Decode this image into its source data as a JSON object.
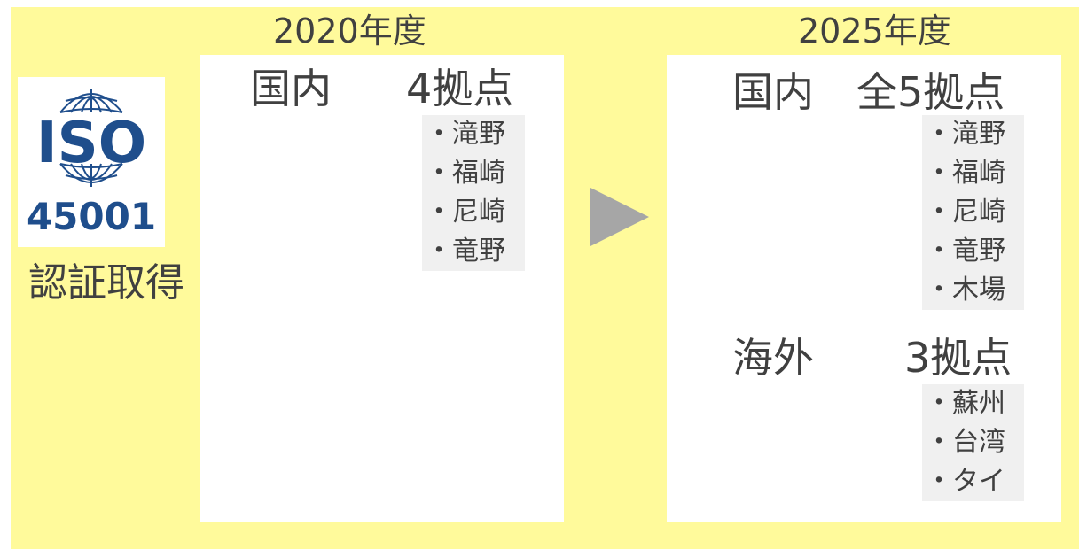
{
  "years": {
    "left": "2020年度",
    "right": "2025年度"
  },
  "logo": {
    "line1": "ISO",
    "line2": "45001"
  },
  "certification_label": "認証取得",
  "left_panel": {
    "domestic_label": "国内",
    "domestic_count": "4拠点",
    "domestic_sites": [
      "・滝野",
      "・福崎",
      "・尼崎",
      "・竜野"
    ]
  },
  "right_panel": {
    "domestic_label": "国内",
    "domestic_count": "全5拠点",
    "domestic_sites": [
      "・滝野",
      "・福崎",
      "・尼崎",
      "・竜野",
      "・木場"
    ],
    "overseas_label": "海外",
    "overseas_count": "3拠点",
    "overseas_sites": [
      "・蘇州",
      "・台湾",
      "・タイ"
    ]
  },
  "colors": {
    "background": "#fffa9b",
    "panel": "#ffffff",
    "list_bg": "#f0f0f0",
    "text": "#404040",
    "arrow": "#a6a6a6",
    "logo": "#1f4e8c"
  },
  "icons": {
    "arrow": "right-triangle-icon",
    "globe": "globe-icon"
  }
}
